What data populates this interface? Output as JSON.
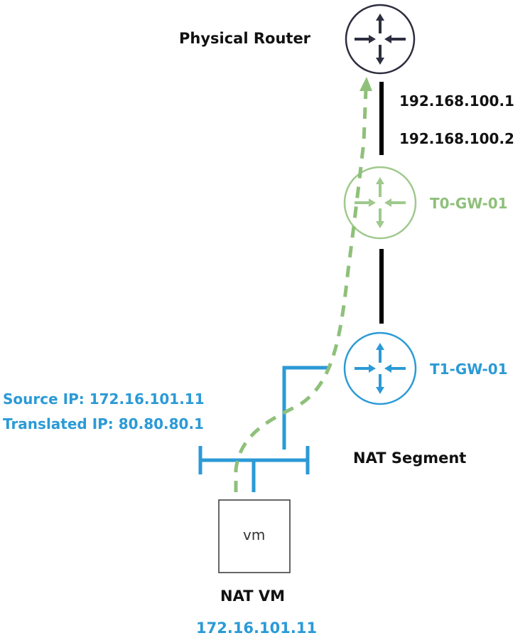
{
  "colors": {
    "router": "#2d2e3f",
    "t0": "#8fc07a",
    "t1": "#2b9ad6",
    "link": "#000000"
  },
  "physical_router": {
    "label": "Physical Router",
    "uplink_ip": "192.168.100.1",
    "downlink_ip": "192.168.100.2"
  },
  "t0_gateway": {
    "label": "T0-GW-01"
  },
  "t1_gateway": {
    "label": "T1-GW-01"
  },
  "segment": {
    "label": "NAT Segment"
  },
  "nat_info": {
    "source_ip": "Source IP: 172.16.101.11",
    "translated_ip": "Translated IP: 80.80.80.1"
  },
  "vm": {
    "icon_text": "vm",
    "name": "NAT VM",
    "ip": "172.16.101.11"
  }
}
